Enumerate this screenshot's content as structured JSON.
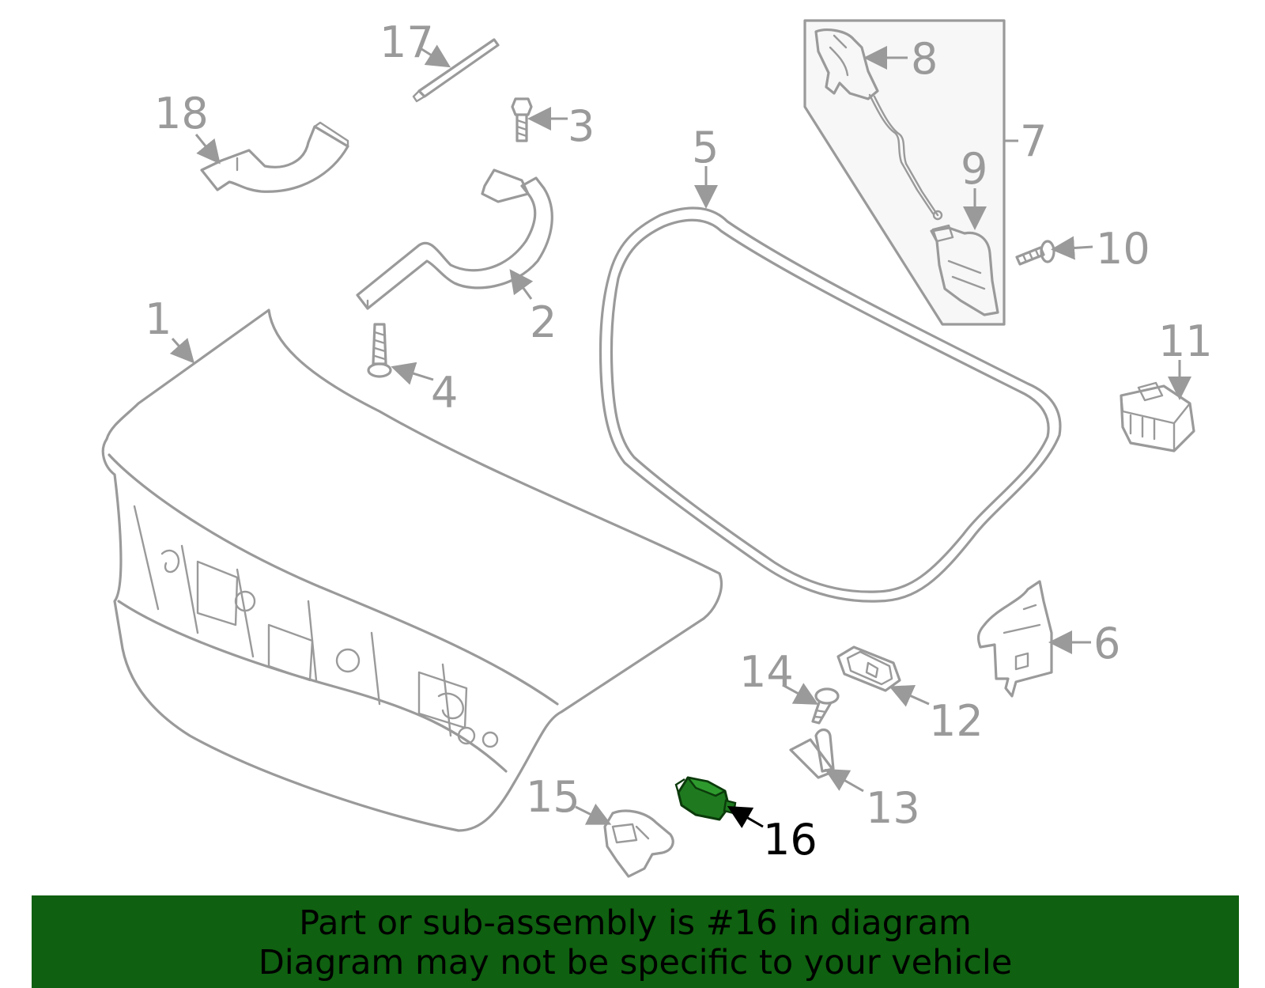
{
  "diagram": {
    "callouts": [
      {
        "id": "1",
        "label": "1"
      },
      {
        "id": "2",
        "label": "2"
      },
      {
        "id": "3",
        "label": "3"
      },
      {
        "id": "4",
        "label": "4"
      },
      {
        "id": "5",
        "label": "5"
      },
      {
        "id": "6",
        "label": "6"
      },
      {
        "id": "7",
        "label": "7"
      },
      {
        "id": "8",
        "label": "8"
      },
      {
        "id": "9",
        "label": "9"
      },
      {
        "id": "10",
        "label": "10"
      },
      {
        "id": "11",
        "label": "11"
      },
      {
        "id": "12",
        "label": "12"
      },
      {
        "id": "13",
        "label": "13"
      },
      {
        "id": "14",
        "label": "14"
      },
      {
        "id": "15",
        "label": "15"
      },
      {
        "id": "16",
        "label": "16"
      },
      {
        "id": "17",
        "label": "17"
      },
      {
        "id": "18",
        "label": "18"
      }
    ],
    "highlighted_part": "16",
    "colors": {
      "line_art": "#9a9a9a",
      "highlight_part": "#1f7a1f",
      "banner_background": "#0f6010",
      "banner_text": "#000000"
    }
  },
  "banner": {
    "line1": "Part or sub-assembly is #16 in diagram",
    "line2": "Diagram may not be specific to your vehicle"
  }
}
